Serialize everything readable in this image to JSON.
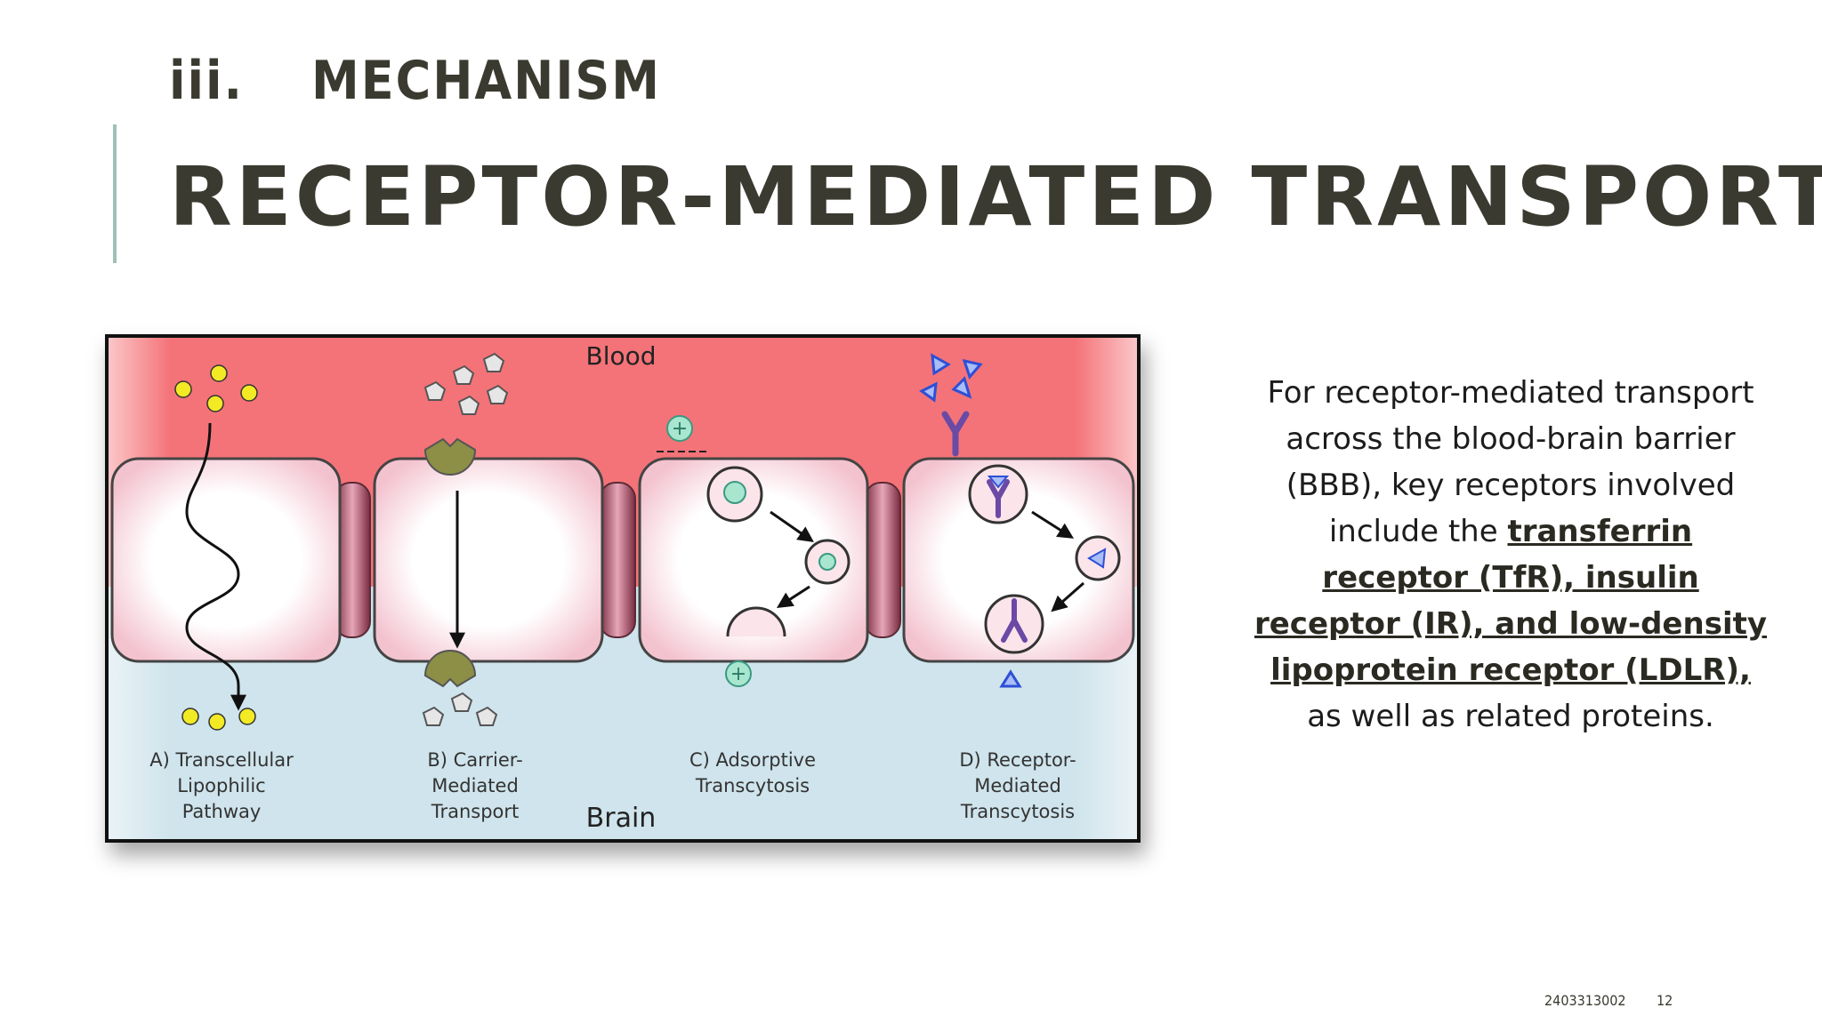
{
  "slide": {
    "section_number": "iii.",
    "section_label": "MECHANISM",
    "title": "RECEPTOR-MEDIATED TRANSPORT"
  },
  "figure": {
    "blood_label": "Blood",
    "brain_label": "Brain",
    "panels": [
      {
        "line1": "A) Transcellular",
        "line2": "Lipophilic",
        "line3": "Pathway"
      },
      {
        "line1": "B) Carrier-",
        "line2": "Mediated",
        "line3": "Transport"
      },
      {
        "line1": "C) Adsorptive",
        "line2": "Transcytosis",
        "line3": ""
      },
      {
        "line1": "D) Receptor-",
        "line2": "Mediated",
        "line3": "Transcytosis"
      }
    ]
  },
  "body": {
    "intro": "For receptor-mediated transport across the blood-brain barrier (BBB), key receptors involved include the ",
    "receptors": "transferrin receptor (TfR), insulin receptor (IR), and low-density lipoprotein receptor (LDLR),",
    "outro": " as well as related proteins."
  },
  "footer": {
    "id": "2403313002",
    "page": "12"
  },
  "colors": {
    "heading": "#3b3a30",
    "accent_bar": "#9fbfb8",
    "blood": "#f47378",
    "brain": "#cfe4ec",
    "cell_fill": "#fbe4ea",
    "junction": "#a8465e",
    "carrier": "#8c8f45",
    "lipophilic": "#f2ea24",
    "receptor": "#6a4aa5",
    "ligand": "#3a5fe0",
    "cation": "#7fd1b5"
  }
}
